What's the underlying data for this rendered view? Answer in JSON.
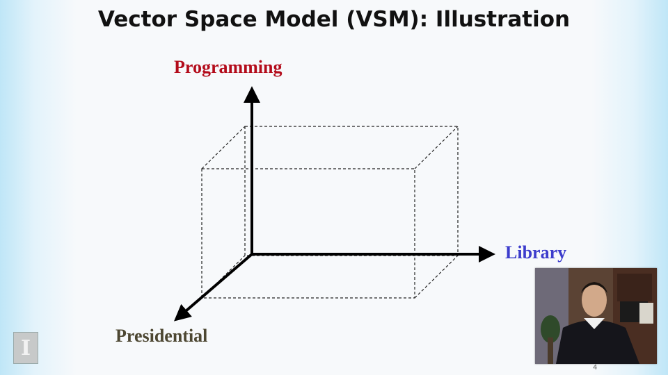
{
  "slide": {
    "title": "Vector Space Model (VSM): Illustration",
    "page_number": "4"
  },
  "diagram": {
    "axes": {
      "up": "Programming",
      "right": "Library",
      "diagonal": "Presidential"
    },
    "colors": {
      "programming": "#b30b1a",
      "library": "#3c3ccc",
      "presidential": "#4d4732"
    }
  },
  "logo": {
    "letter": "I"
  }
}
